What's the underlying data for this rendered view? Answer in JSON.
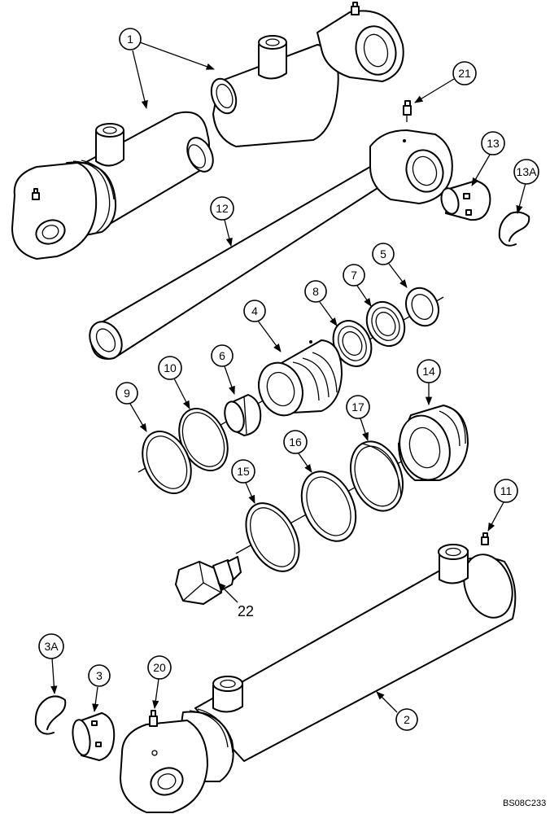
{
  "diagram": {
    "callouts": {
      "c1": "1",
      "c21": "21",
      "c13": "13",
      "c13a": "13A",
      "c12": "12",
      "c5": "5",
      "c7": "7",
      "c8": "8",
      "c4": "4",
      "c6": "6",
      "c10": "10",
      "c9": "9",
      "c14": "14",
      "c17": "17",
      "c16": "16",
      "c15": "15",
      "c11": "11",
      "c3a": "3A",
      "c3": "3",
      "c20": "20",
      "c2": "2"
    },
    "label_22": "22",
    "reference_code": "BS08C233"
  }
}
